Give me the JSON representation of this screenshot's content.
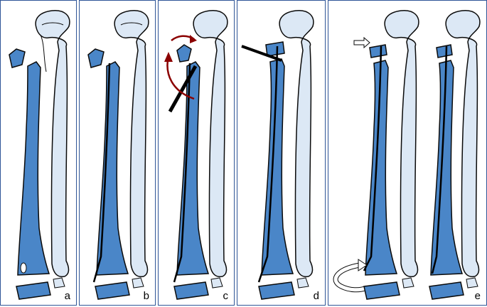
{
  "colors": {
    "radius": "#4a86c8",
    "ulna": "#dce8f5",
    "outline": "#0a0a0a",
    "frame": "#2f5597",
    "arrow_red": "#8b0000",
    "wire": "#000000"
  },
  "panels": [
    {
      "label": "a",
      "wire": false,
      "tool": "none"
    },
    {
      "label": "b",
      "wire": true,
      "tool": "none"
    },
    {
      "label": "c",
      "wire": true,
      "tool": "rotate-instrument"
    },
    {
      "label": "d",
      "wire": true,
      "tool": "transverse-pin"
    },
    {
      "label": "e",
      "wire": true,
      "tool": "push-and-rotate"
    }
  ]
}
